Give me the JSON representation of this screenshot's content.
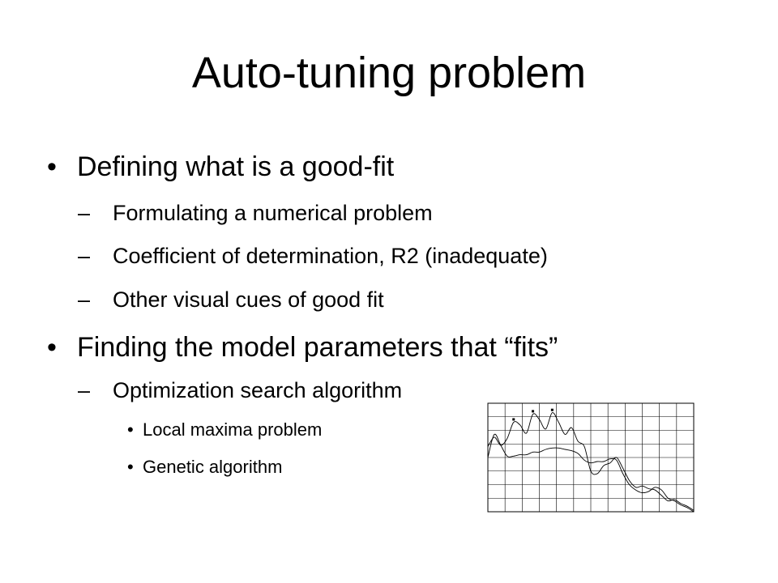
{
  "slide": {
    "title": "Auto-tuning problem",
    "bullets": [
      {
        "text": "Defining what is a good-fit",
        "sub": [
          {
            "text": "Formulating a numerical problem"
          },
          {
            "text": "Coefficient of determination, R2 (inadequate)"
          },
          {
            "text": "Other visual cues of good fit"
          }
        ]
      },
      {
        "text": "Finding the model parameters that “fits”",
        "sub": [
          {
            "text": "Optimization search algorithm",
            "sub": [
              "Local maxima problem",
              "Genetic algorithm"
            ]
          }
        ]
      }
    ],
    "symbols": {
      "bullet": "•",
      "dash": "–"
    }
  },
  "chart_data": {
    "type": "line",
    "x": [
      0,
      0.25,
      0.5,
      0.75,
      1,
      1.25,
      1.5,
      1.75,
      2,
      2.25,
      2.5,
      2.75,
      3,
      3.25,
      3.5,
      3.75,
      4,
      4.25,
      4.5,
      4.75,
      5,
      5.25,
      5.5,
      5.75,
      6,
      6.25,
      6.5,
      6.75,
      7,
      7.25,
      7.5,
      7.75,
      8
    ],
    "series": [
      {
        "values": [
          0.4,
          0.75,
          0.45,
          0.7,
          1.3,
          1.2,
          0.9,
          1.6,
          1.4,
          1.05,
          1.65,
          1.3,
          0.85,
          1.1,
          0.6,
          0.4,
          -0.5,
          -0.6,
          -0.3,
          -0.2,
          0.0,
          -0.4,
          -0.85,
          -1.1,
          -1.05,
          -1.15,
          -1.2,
          -1.4,
          -1.6,
          -1.55,
          -1.7,
          -1.8,
          -1.95
        ]
      },
      {
        "values": [
          0.0,
          0.85,
          0.45,
          0.05,
          0.05,
          0.1,
          0.1,
          0.2,
          0.2,
          0.3,
          0.35,
          0.35,
          0.3,
          0.25,
          0.15,
          -0.1,
          -0.2,
          -0.15,
          -0.15,
          -0.05,
          -0.1,
          -0.6,
          -1.0,
          -1.2,
          -1.3,
          -1.25,
          -1.1,
          -1.2,
          -1.5,
          -1.6,
          -1.75,
          -1.85,
          -2.0
        ]
      }
    ],
    "ylim": [
      -2,
      2
    ],
    "xlim": [
      0,
      8
    ],
    "grid": true,
    "legend": "none"
  }
}
